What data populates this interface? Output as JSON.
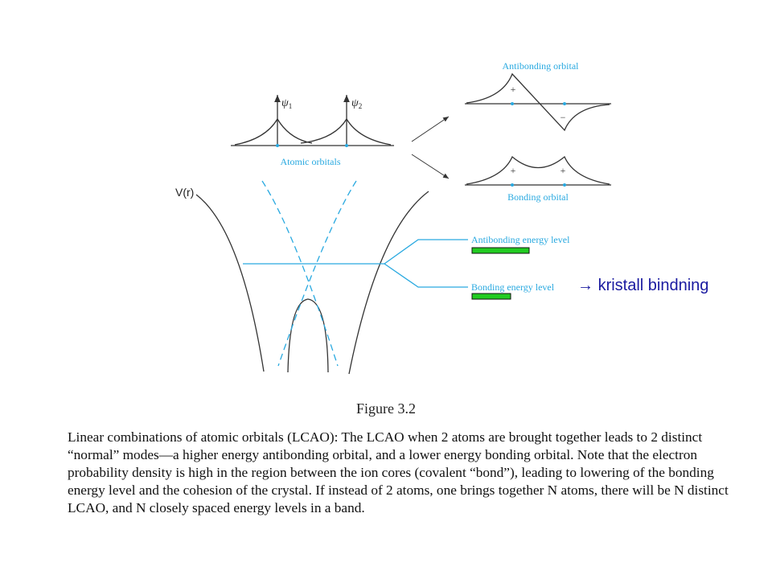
{
  "figure": {
    "atomic_orbitals_label": "Atomic orbitals",
    "psi1_label": "ψ",
    "psi1_sub": "1",
    "psi2_label": "ψ",
    "psi2_sub": "2",
    "antibonding_orbital_label": "Antibonding orbital",
    "bonding_orbital_label": "Bonding orbital",
    "potential_label": "V(r)",
    "antibonding_energy_label": "Antibonding energy level",
    "bonding_energy_label": "Bonding energy level",
    "plus_sign": "+",
    "minus_sign": "−",
    "figure_number": "Figure 3.2"
  },
  "side_note": {
    "arrow": "→",
    "text": "kristall bindning",
    "color": "#1a1aa0"
  },
  "caption": {
    "text": "Linear combinations of atomic orbitals (LCAO): The LCAO when 2 atoms are brought together leads to 2 distinct “normal” modes—a higher energy antibonding orbital, and a lower energy bonding orbital. Note that the electron probability density is high in the region between the ion cores (covalent “bond”), leading to lowering of the bonding energy level and the cohesion of the crystal. If instead of 2 atoms, one brings together N atoms, there will be N distinct LCAO, and N closely spaced energy levels in a band."
  },
  "colors": {
    "cyan": "#29a9e0",
    "curve": "#333333",
    "highlight": "#22cc22"
  }
}
